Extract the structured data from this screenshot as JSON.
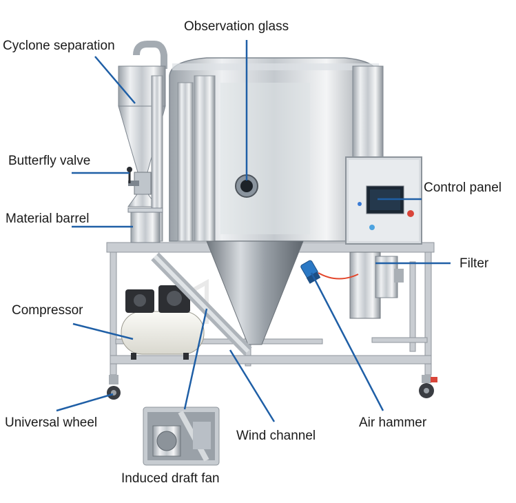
{
  "labels": {
    "observation_glass": "Observation glass",
    "cyclone_separation": "Cyclone separation",
    "butterfly_valve": "Butterfly valve",
    "material_barrel": "Material barrel",
    "control_panel": "Control panel",
    "filter": "Filter",
    "compressor": "Compressor",
    "universal_wheel": "Universal wheel",
    "wind_channel": "Wind channel",
    "air_hammer": "Air hammer",
    "induced_draft_fan": "Induced draft fan"
  },
  "colors": {
    "leader_line": "#1f5fa6",
    "steel_light": "#e6e9ec",
    "steel_mid": "#b9bfc6",
    "steel_dark": "#7d858e",
    "frame": "#c3c8ce",
    "compressor_tank": "#efeee6",
    "compressor_motor": "#2d2f33",
    "screen": "#1b2733",
    "air_hammer": "#2b78c4",
    "cable": "#e3452a"
  }
}
